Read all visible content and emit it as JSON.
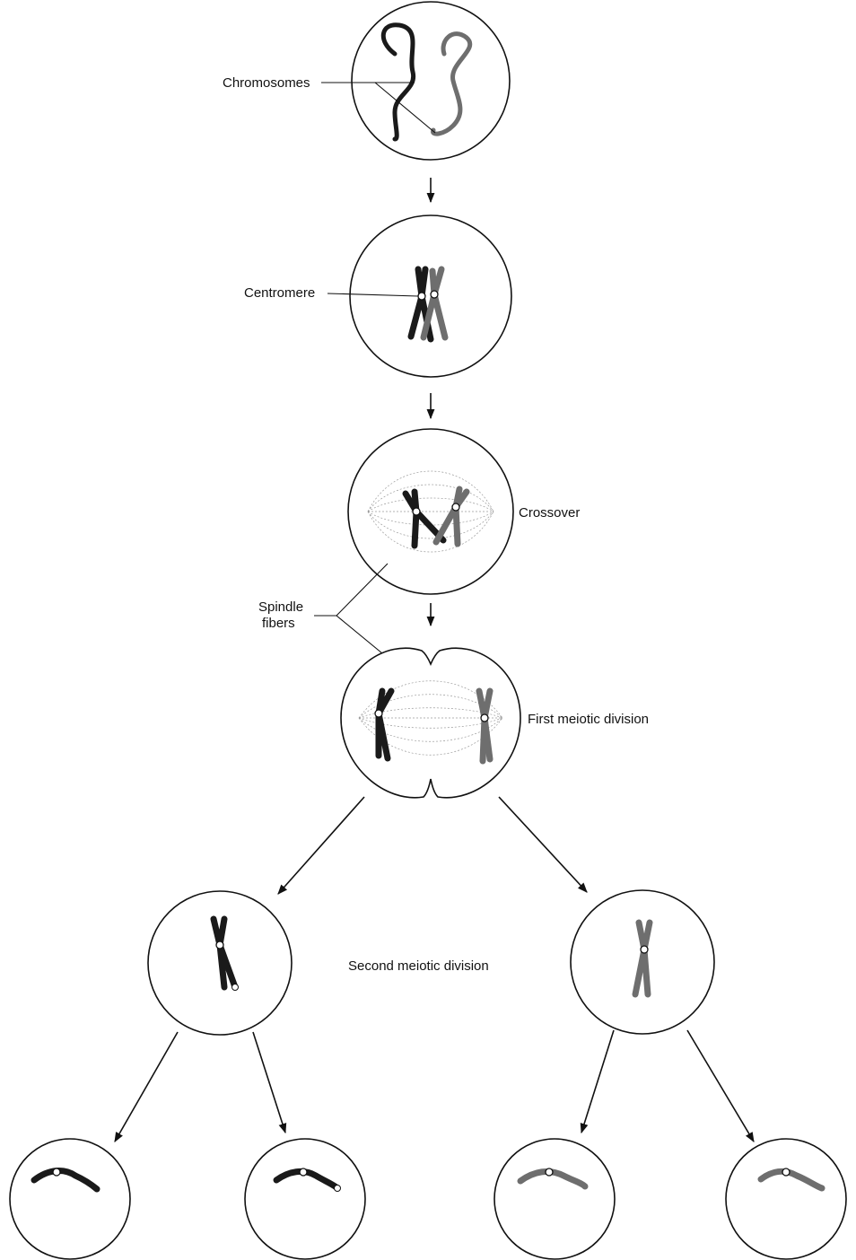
{
  "labels": {
    "chromosomes": "Chromosomes",
    "centromere": "Centromere",
    "crossover": "Crossover",
    "spindle_line1": "Spindle",
    "spindle_line2": "fibers",
    "first_meiotic_division": "First meiotic division",
    "second_meiotic_division": "Second meiotic division"
  },
  "colors": {
    "maternal_chromosome": "#1a1a1a",
    "paternal_chromosome": "#6e6e6e",
    "spindle_fiber": "#9a9a9a",
    "outline": "#111111"
  }
}
